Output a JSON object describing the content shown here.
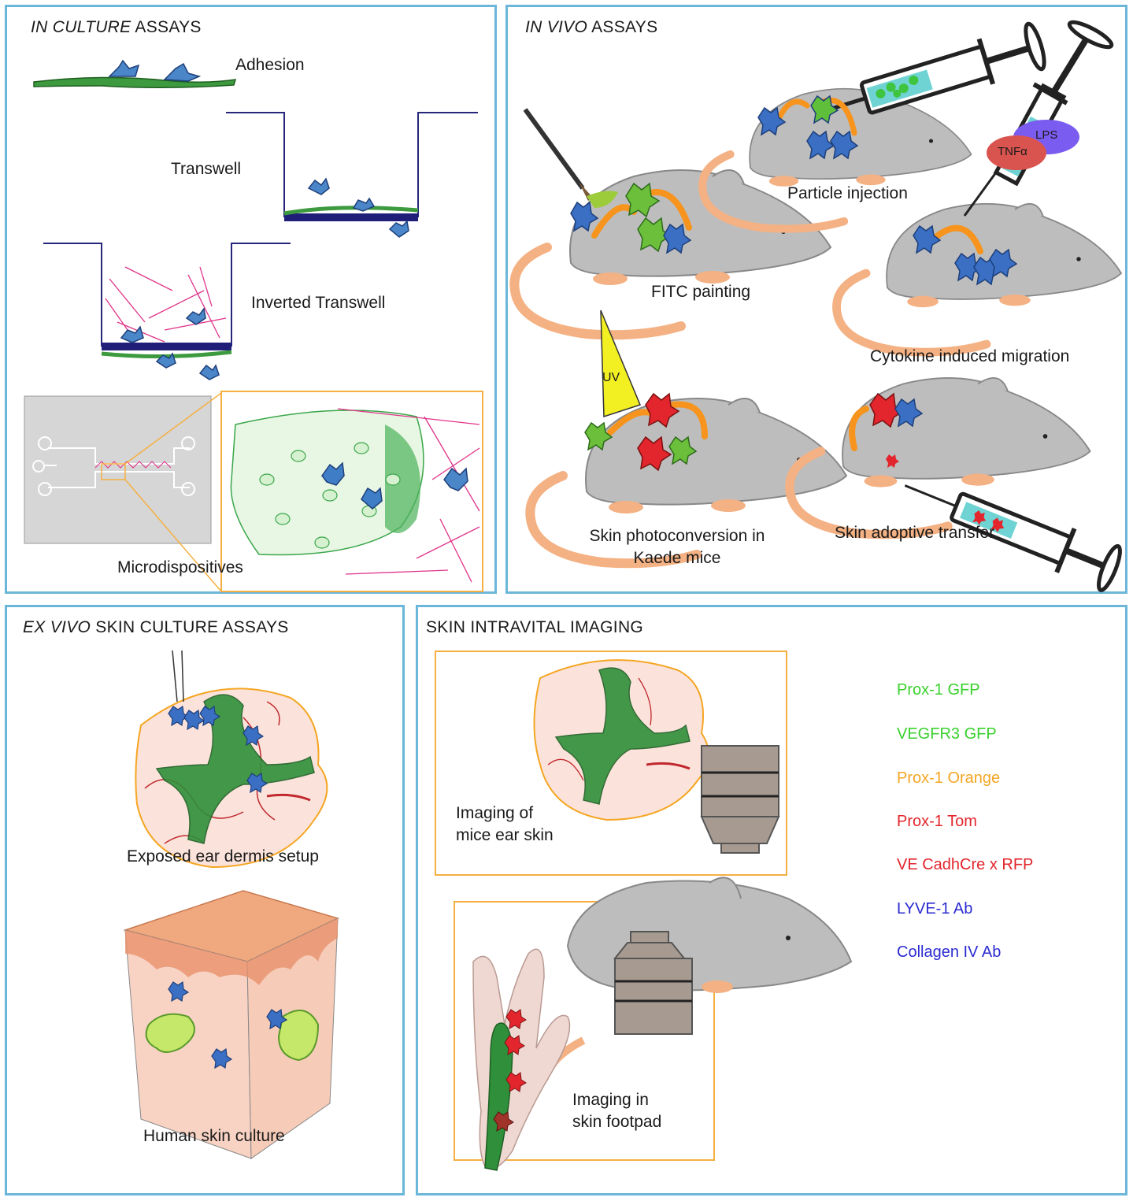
{
  "panels": {
    "in_culture": {
      "title_italic": "IN CULTURE",
      "title_rest": " ASSAYS",
      "labels": {
        "adhesion": "Adhesion",
        "transwell": "Transwell",
        "inverted_transwell": "Inverted Transwell",
        "microdispositives": "Microdispositives"
      }
    },
    "in_vivo": {
      "title_italic": "IN VIVO",
      "title_rest": " ASSAYS",
      "labels": {
        "particle_injection": "Particle injection",
        "fitc_painting": "FITC painting",
        "cytokine_migration": "Cytokine induced migration",
        "photoconversion_line1": "Skin photoconversion in",
        "photoconversion_line2": "Kaede mice",
        "adoptive_transfer": "Skin adoptive transfer",
        "uv": "UV",
        "lps": "LPS",
        "tnfa": "TNFα"
      }
    },
    "ex_vivo": {
      "title_italic": "EX VIVO",
      "title_rest": " SKIN CULTURE ASSAYS",
      "labels": {
        "ear_dermis": "Exposed ear dermis setup",
        "human_skin": "Human skin culture"
      }
    },
    "intravital": {
      "title": "SKIN INTRAVITAL IMAGING",
      "labels": {
        "ear_line1": "Imaging of",
        "ear_line2": "mice ear skin",
        "footpad_line1": "Imaging in",
        "footpad_line2": "skin footpad"
      },
      "legend": [
        {
          "text": "Prox-1 GFP",
          "color": "#39d12c"
        },
        {
          "text": "VEGFR3 GFP",
          "color": "#39d12c"
        },
        {
          "text": "Prox-1 Orange",
          "color": "#f5a623"
        },
        {
          "text": "Prox-1 Tom",
          "color": "#e3262d"
        },
        {
          "text": "VE CadhCre x RFP",
          "color": "#e3262d"
        },
        {
          "text": "LYVE-1 Ab",
          "color": "#2b2bd1"
        },
        {
          "text": "Collagen IV Ab",
          "color": "#2b2bd1"
        }
      ]
    }
  },
  "colors": {
    "panel_border": "#6bb6d9",
    "inset_border": "#f5b041",
    "mouse_body": "#b8b8b8",
    "mouse_tail": "#f4b183",
    "vessel_green": "#2f8f3a",
    "cell_blue": "#3a6fc4",
    "cell_red": "#e3262d",
    "arrow_orange": "#f7941d"
  }
}
